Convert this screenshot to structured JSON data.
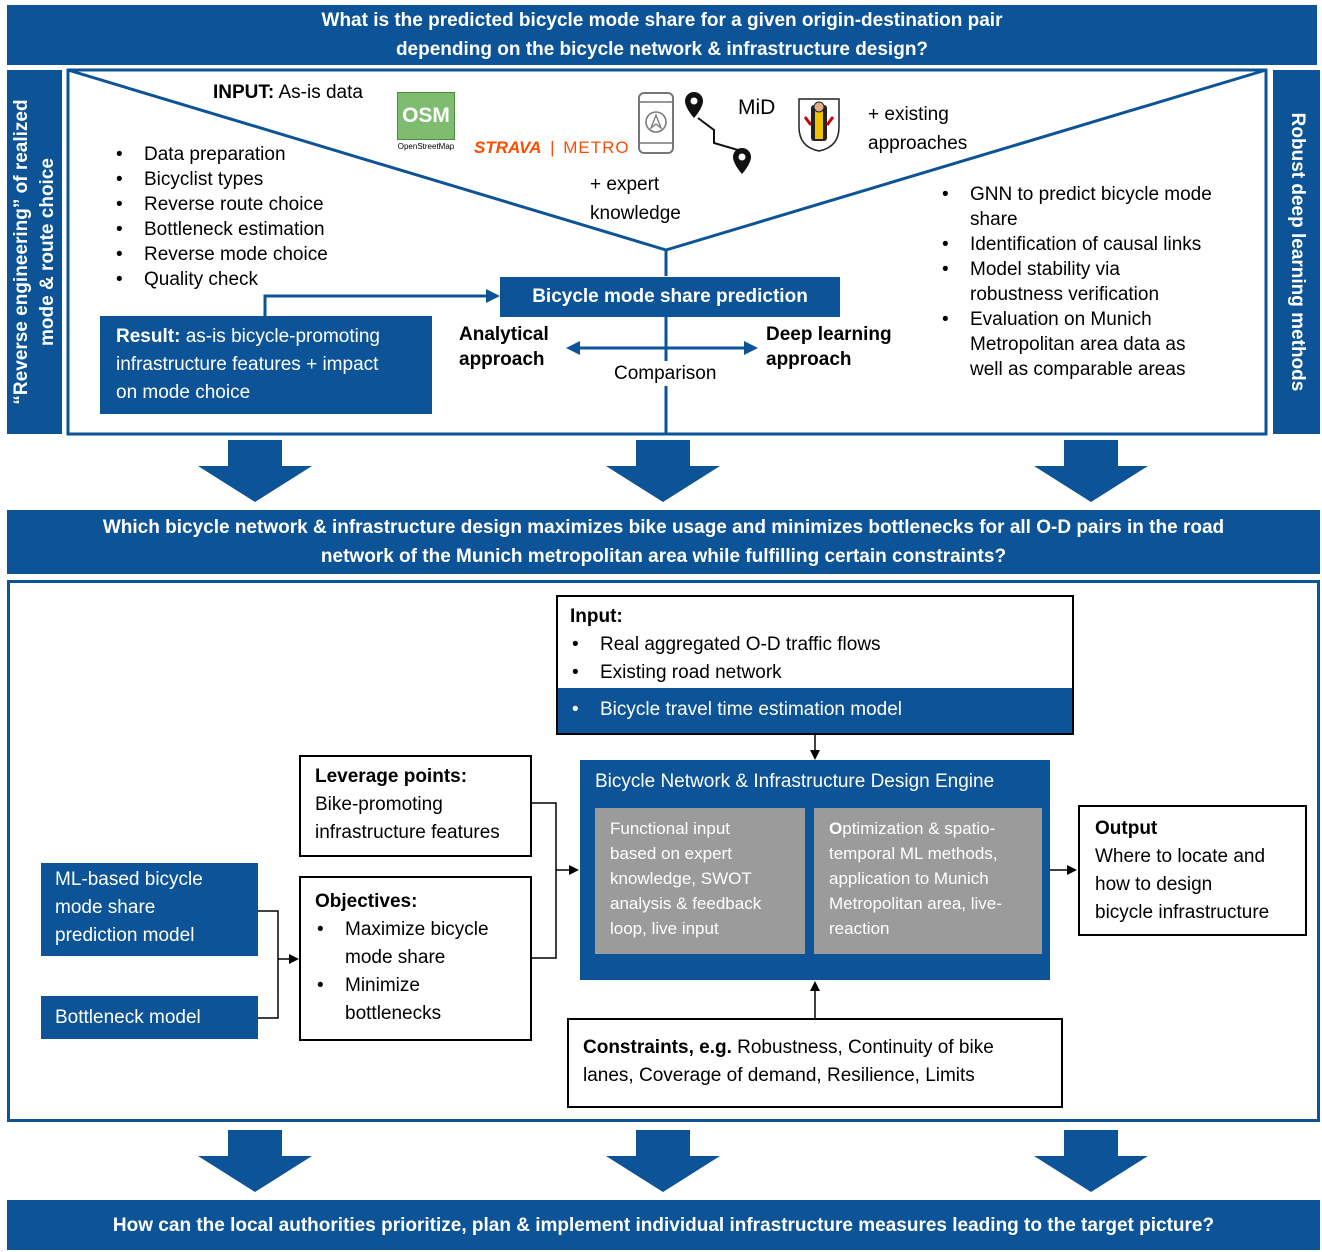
{
  "header": {
    "line1": "What is the predicted bicycle mode share for a given origin-destination pair",
    "line2": "depending on the bicycle network & infrastructure design?"
  },
  "left_band": {
    "line1": "“Reverse engineering” of realized",
    "line2": "mode & route choice"
  },
  "right_band": {
    "text": "Robust deep learning methods"
  },
  "upper": {
    "input_label": "INPUT:",
    "input_value": "As-is data",
    "logos": {
      "osm_mark": "OSM",
      "osm_caption": "OpenStreetMap",
      "strava": "STRAVA",
      "metro": "METRO",
      "mid": "MiD"
    },
    "existing_line1": "+ existing",
    "existing_line2": "approaches",
    "expert_line1": "+ expert",
    "expert_line2": "knowledge",
    "left_list": [
      "Data preparation",
      "Bicyclist types",
      "Reverse route choice",
      "Bottleneck estimation",
      "Reverse mode choice",
      "Quality check"
    ],
    "right_list": [
      [
        "GNN to predict bicycle mode",
        "share"
      ],
      [
        "Identification of causal links"
      ],
      [
        "Model stability via",
        "robustness verification"
      ],
      [
        "Evaluation on Munich",
        "Metropolitan area data as",
        "well as comparable areas"
      ]
    ],
    "prediction_box": "Bicycle mode share prediction",
    "result_label": "Result:",
    "result_line1": "as-is bicycle-promoting",
    "result_line2": "infrastructure features + impact",
    "result_line3": "on mode choice",
    "analytical_line1": "Analytical",
    "analytical_line2": "approach",
    "deep_line1": "Deep learning",
    "deep_line2": "approach",
    "comparison": "Comparison"
  },
  "middle_band": {
    "line1": "Which bicycle network & infrastructure design maximizes bike usage and minimizes bottlenecks for all O-D pairs in the road",
    "line2": "network of the Munich metropolitan area while fulfilling certain constraints?"
  },
  "lower": {
    "input_title": "Input:",
    "input_items": [
      "Real aggregated O-D traffic flows",
      "Existing road network"
    ],
    "input_highlight": "Bicycle travel time estimation model",
    "leverage_title": "Leverage points:",
    "leverage_line1": "Bike-promoting",
    "leverage_line2": "infrastructure features",
    "objectives_title": "Objectives:",
    "objectives_items": [
      [
        "Maximize bicycle",
        "mode share"
      ],
      [
        "Minimize",
        "bottlenecks"
      ]
    ],
    "ml_line1": "ML-based bicycle",
    "ml_line2": "mode share",
    "ml_line3": "prediction model",
    "bottleneck": "Bottleneck model",
    "engine_title": "Bicycle Network & Infrastructure Design Engine",
    "engine_left": [
      "Functional input",
      "based on expert",
      "knowledge, SWOT",
      "analysis & feedback",
      "loop, live input"
    ],
    "engine_right_first": "O",
    "engine_right": [
      "ptimization & spatio-",
      "temporal ML methods,",
      "application to Munich",
      "Metropolitan area, live-",
      "reaction"
    ],
    "output_title": "Output",
    "output_lines": [
      "Where to locate and",
      "how to design",
      "bicycle infrastructure"
    ],
    "constraints_label": "Constraints, e.g.",
    "constraints_line1": "Robustness, Continuity of bike",
    "constraints_line2": "lanes, Coverage of demand, Resilience, Limits"
  },
  "footer": {
    "text": "How can the local authorities prioritize, plan & implement individual infrastructure measures leading to the target picture?"
  },
  "colors": {
    "blue": "#0c5497",
    "grey": "#9b9b9b",
    "osm_green": "#7ebc6f",
    "strava_orange": "#fc4c02"
  }
}
